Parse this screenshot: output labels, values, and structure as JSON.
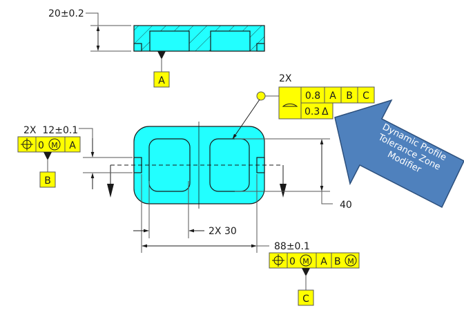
{
  "colors": {
    "part_fill": "#22ffff",
    "frame_fill": "#ffff00",
    "callout_fill": "#4f81bd",
    "callout_stroke": "#2c4f7c",
    "line": "#1a1a1a",
    "dim_line": "#555555"
  },
  "section_view": {
    "thickness_dim": "20±0.2",
    "datum_label": "A"
  },
  "profile_fcf": {
    "multiplier": "2X",
    "symbol": "surface-profile-icon",
    "row1": {
      "tolerance": "0.8",
      "datums": [
        "A",
        "B",
        "C"
      ]
    },
    "row2": {
      "tolerance": "0.3",
      "modifier": "Δ"
    }
  },
  "slot_fcf": {
    "dim": "2X  12±0.1",
    "symbol": "position-icon",
    "tolerance": "0",
    "modifier": "M",
    "datums": [
      "A"
    ],
    "datum_label": "B"
  },
  "bottom_fcf": {
    "dim": "88±0.1",
    "symbol": "position-icon",
    "tolerance": "0",
    "modifier": "M",
    "datums": [
      "A",
      "B"
    ],
    "datum_b_modifier": "M",
    "datum_label": "C"
  },
  "dimensions": {
    "height": "40",
    "pitch": "2X 30"
  },
  "callout": {
    "lines": [
      "Dynamic Profile",
      "Tolerance Zone",
      "Modifier"
    ]
  }
}
